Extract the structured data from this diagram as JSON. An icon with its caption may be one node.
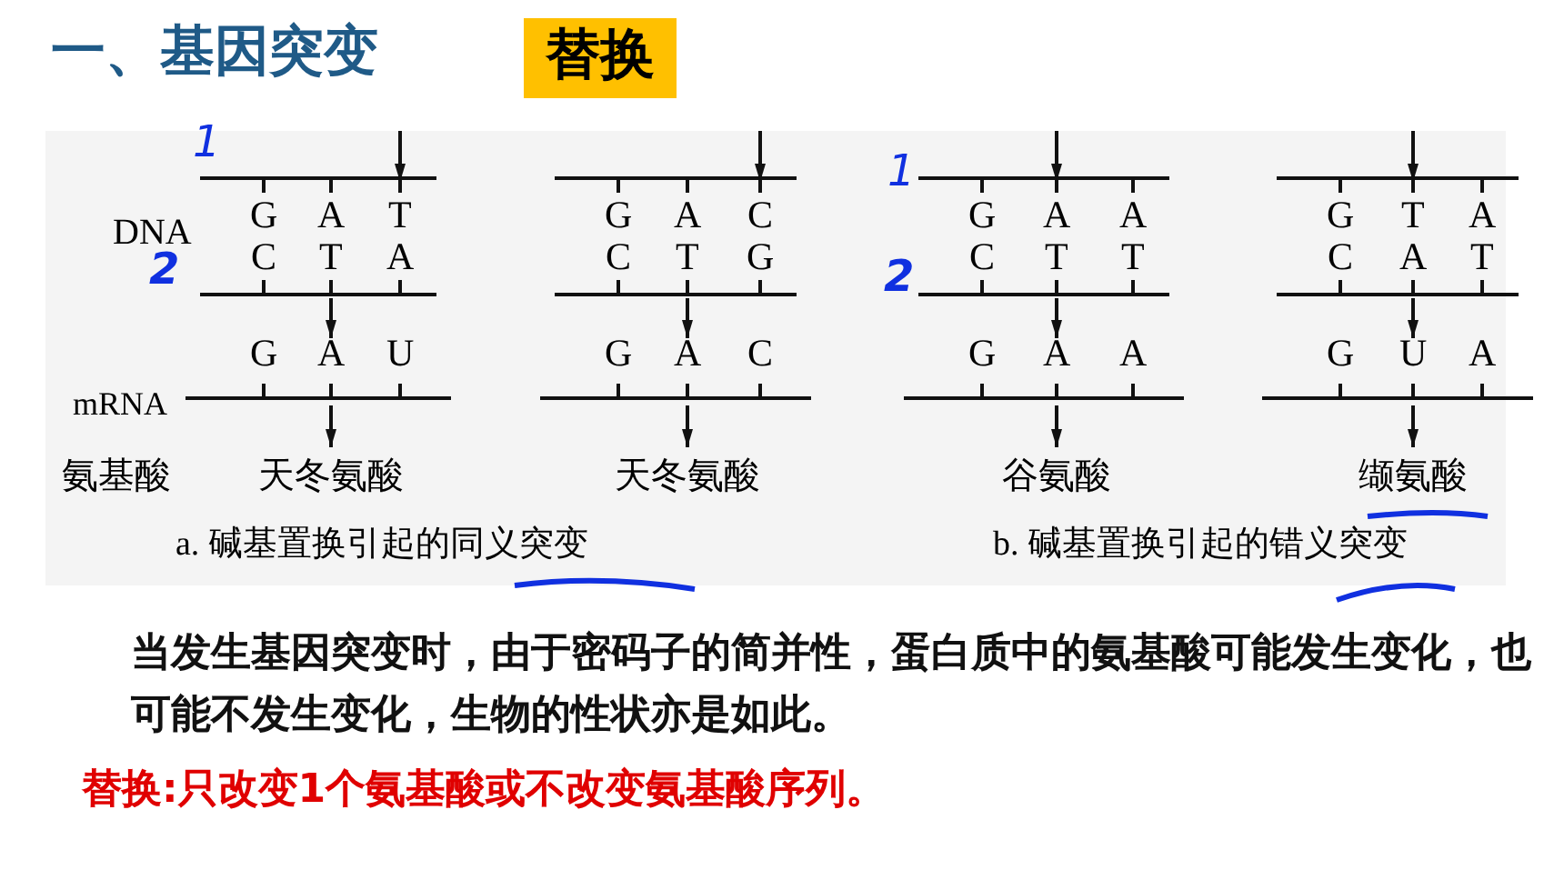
{
  "diagram": {
    "title": "一、基因突变",
    "labels": [
      "替换",
      "1",
      "1",
      "DNA",
      "2",
      "2",
      "G",
      "A",
      "T",
      "C",
      "T",
      "A",
      "G",
      "A",
      "U",
      "G",
      "A",
      "C",
      "C",
      "T",
      "G",
      "G",
      "A",
      "C",
      "G",
      "A",
      "A",
      "C",
      "T",
      "T",
      "G",
      "A",
      "A",
      "G",
      "T",
      "A",
      "C",
      "A",
      "T",
      "G",
      "U",
      "A",
      "mRNA",
      "氨基酸",
      "天冬氨酸",
      "天冬氨酸",
      "谷氨酸",
      "缬氨酸",
      "a. 碱基置换引起的同义突变",
      "b. 碱基置换引起的错义突变",
      "当发生基因突变时，由于密码子的简并性，蛋白质中的氨基酸可能发生变化，也可能不发生变化，生物的性状亦是如此。",
      "替换:只改变1个氨基酸或不改变氨基酸序列。"
    ]
  }
}
